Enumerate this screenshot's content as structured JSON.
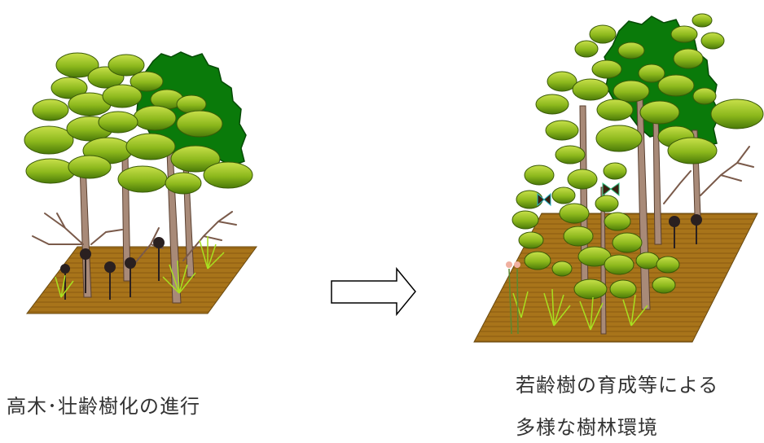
{
  "captions": {
    "left": "高木･壮齢樹化の進行",
    "right_line1": "若齢樹の育成等による",
    "right_line2": "多様な樹林環境"
  },
  "colors": {
    "ground": "#a8741a",
    "ground_line": "#8a5a10",
    "trunk": "#a88a78",
    "leaf_light": "#c8e04a",
    "leaf_dark": "#4a7a08",
    "conifer": "#0a7a0a",
    "grass": "#a8e020",
    "weed_dark": "#2a2020"
  },
  "icons": {
    "transition_arrow": "right-arrow-icon"
  }
}
